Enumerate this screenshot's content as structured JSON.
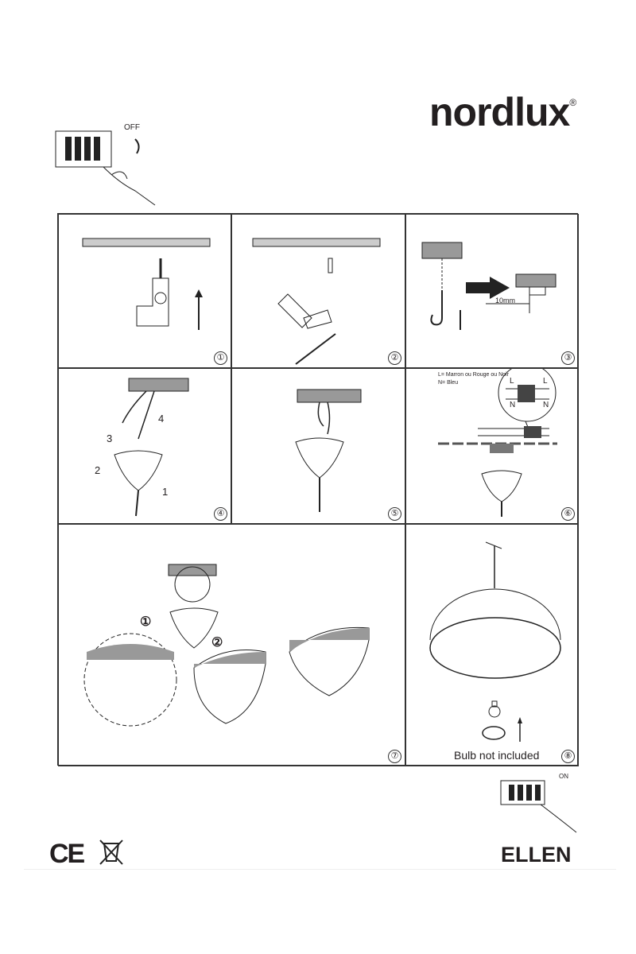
{
  "brand": {
    "name": "nordlux",
    "registered": "®"
  },
  "switch_off": {
    "label": "OFF"
  },
  "switch_on": {
    "label": "ON"
  },
  "steps": [
    {
      "number": "①"
    },
    {
      "number": "②"
    },
    {
      "number": "③",
      "measure": "10mm"
    },
    {
      "number": "④",
      "callouts": [
        "1",
        "2",
        "3",
        "4"
      ]
    },
    {
      "number": "⑤"
    },
    {
      "number": "⑥",
      "legend": [
        "L= Marron ou Rouge ou Noir",
        "N= Bleu"
      ],
      "terminals": [
        "L",
        "N",
        "L",
        "N"
      ]
    },
    {
      "number": "⑦",
      "callouts": [
        "①",
        "②"
      ]
    },
    {
      "number": "⑧",
      "note": "Bulb not included"
    }
  ],
  "certification": {
    "ce": "CE",
    "weee": "weee-bin-icon"
  },
  "product": {
    "name": "ELLEN"
  }
}
